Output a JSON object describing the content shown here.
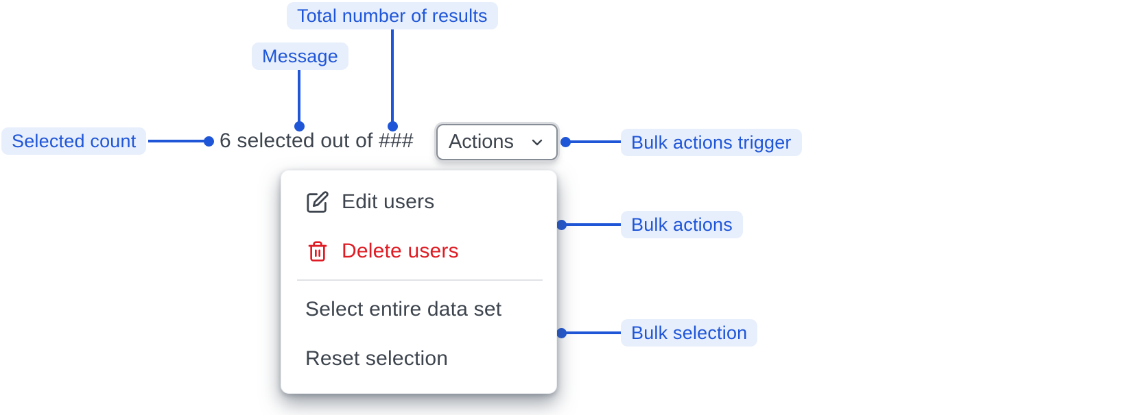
{
  "annotations": {
    "total_results": {
      "label": "Total number of results"
    },
    "message": {
      "label": "Message"
    },
    "selected_count": {
      "label": "Selected count"
    },
    "bulk_actions_trigger": {
      "label": "Bulk actions trigger"
    },
    "bulk_actions": {
      "label": "Bulk actions"
    },
    "bulk_selection": {
      "label": "Bulk selection"
    }
  },
  "selection_bar": {
    "message_text": "6 selected out of ###",
    "actions_button_label": "Actions"
  },
  "bulk_actions_menu": {
    "items": [
      {
        "label": "Edit users",
        "icon": "edit-pencil-icon",
        "style": "default"
      },
      {
        "label": "Delete users",
        "icon": "trash-icon",
        "style": "danger"
      },
      {
        "label": "Select entire data set",
        "icon": "none",
        "style": "default"
      },
      {
        "label": "Reset selection",
        "icon": "none",
        "style": "default"
      }
    ]
  },
  "colors": {
    "annotation_blue": "#1f56d8",
    "annotation_background": "#e8effc",
    "text_dark": "#3d444d",
    "danger_red": "#df1b23",
    "button_border_gray": "#878d96"
  }
}
